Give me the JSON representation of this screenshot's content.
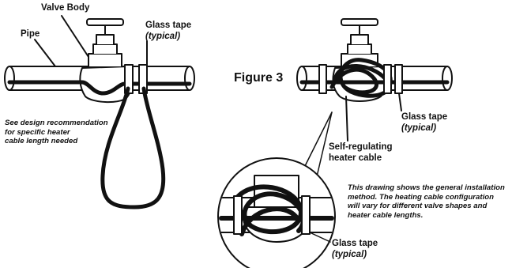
{
  "figure_label": "Figure 3",
  "left": {
    "valve_body": "Valve Body",
    "pipe": "Pipe",
    "glass_tape": "Glass tape",
    "typical": "(typical)",
    "note_lines": [
      "See design recommendation",
      "for specific heater",
      "cable length needed"
    ]
  },
  "right": {
    "glass_tape": "Glass tape",
    "typical": "(typical)",
    "cable_line1": "Self-regulating",
    "cable_line2": "heater cable",
    "note_lines": [
      "This drawing shows the general installation",
      "method. The heating cable configuration",
      "will vary for different valve shapes and",
      "heater cable lengths."
    ],
    "zoom_glass_tape": "Glass tape",
    "zoom_typical": "(typical)"
  }
}
